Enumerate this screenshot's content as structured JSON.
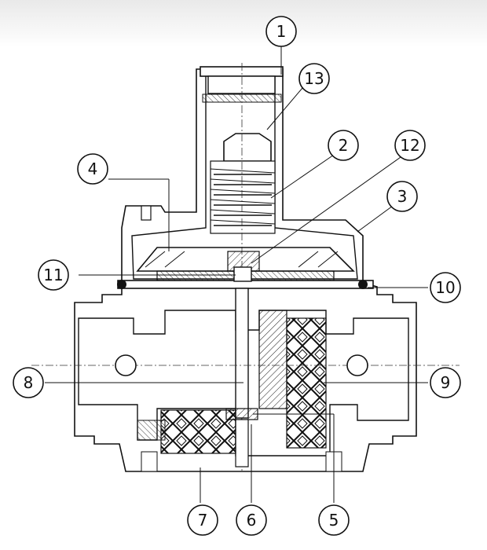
{
  "diagram": {
    "callouts": [
      {
        "id": "c1",
        "label": "1"
      },
      {
        "id": "c2",
        "label": "2"
      },
      {
        "id": "c3",
        "label": "3"
      },
      {
        "id": "c4",
        "label": "4"
      },
      {
        "id": "c5",
        "label": "5"
      },
      {
        "id": "c6",
        "label": "6"
      },
      {
        "id": "c7",
        "label": "7"
      },
      {
        "id": "c8",
        "label": "8"
      },
      {
        "id": "c9",
        "label": "9"
      },
      {
        "id": "c10",
        "label": "10"
      },
      {
        "id": "c11",
        "label": "11"
      },
      {
        "id": "c12",
        "label": "12"
      },
      {
        "id": "c13",
        "label": "13"
      }
    ],
    "colors": {
      "ink": "#111111",
      "hatch": "#222222",
      "background": "#ffffff"
    }
  }
}
